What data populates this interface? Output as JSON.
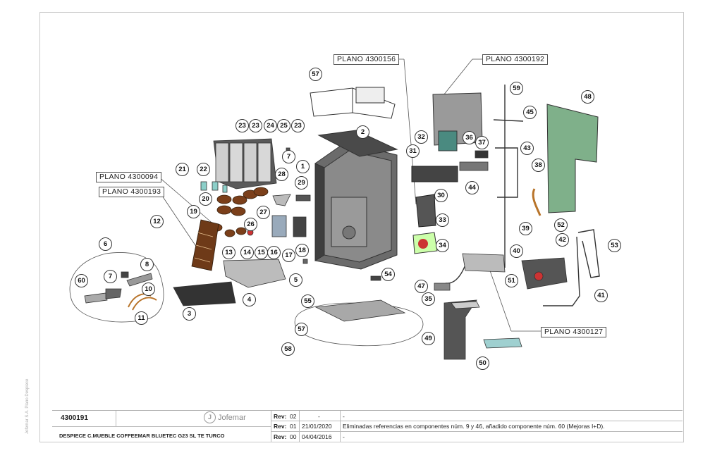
{
  "plano_labels": [
    {
      "id": "p156",
      "text": "PLANO 4300156"
    },
    {
      "id": "p192",
      "text": "PLANO 4300192"
    },
    {
      "id": "p094",
      "text": "PLANO 4300094"
    },
    {
      "id": "p193",
      "text": "PLANO 4300193"
    },
    {
      "id": "p127",
      "text": "PLANO 4300127"
    }
  ],
  "callouts": [
    "57",
    "2",
    "1",
    "23",
    "23",
    "24",
    "25",
    "23",
    "7",
    "21",
    "22",
    "28",
    "29",
    "20",
    "27",
    "26",
    "19",
    "12",
    "13",
    "14",
    "15",
    "16",
    "17",
    "18",
    "6",
    "7",
    "8",
    "60",
    "10",
    "11",
    "3",
    "4",
    "5",
    "54",
    "55",
    "57",
    "58",
    "59",
    "45",
    "48",
    "36",
    "37",
    "32",
    "31",
    "43",
    "38",
    "44",
    "30",
    "33",
    "34",
    "39",
    "52",
    "42",
    "40",
    "53",
    "51",
    "41",
    "47",
    "35",
    "49",
    "50"
  ],
  "title_block": {
    "code": "4300191",
    "description": "DESPIECE C.MUEBLE COFFEEMAR BLUETEC G23 SL TE TURCO",
    "logo_text": "Jofemar",
    "vertical_credit": "Jofemar S.A. Plano Despiece",
    "revisions": [
      {
        "label": "Rev:",
        "num": "02",
        "date": "-",
        "note": "-"
      },
      {
        "label": "Rev:",
        "num": "01",
        "date": "21/01/2020",
        "note": "Eliminadas referencias en componentes núm. 9 y 46, añadido componente núm. 60 (Mejoras I+D)."
      },
      {
        "label": "Rev:",
        "num": "00",
        "date": "04/04/2016",
        "note": "-"
      }
    ]
  }
}
